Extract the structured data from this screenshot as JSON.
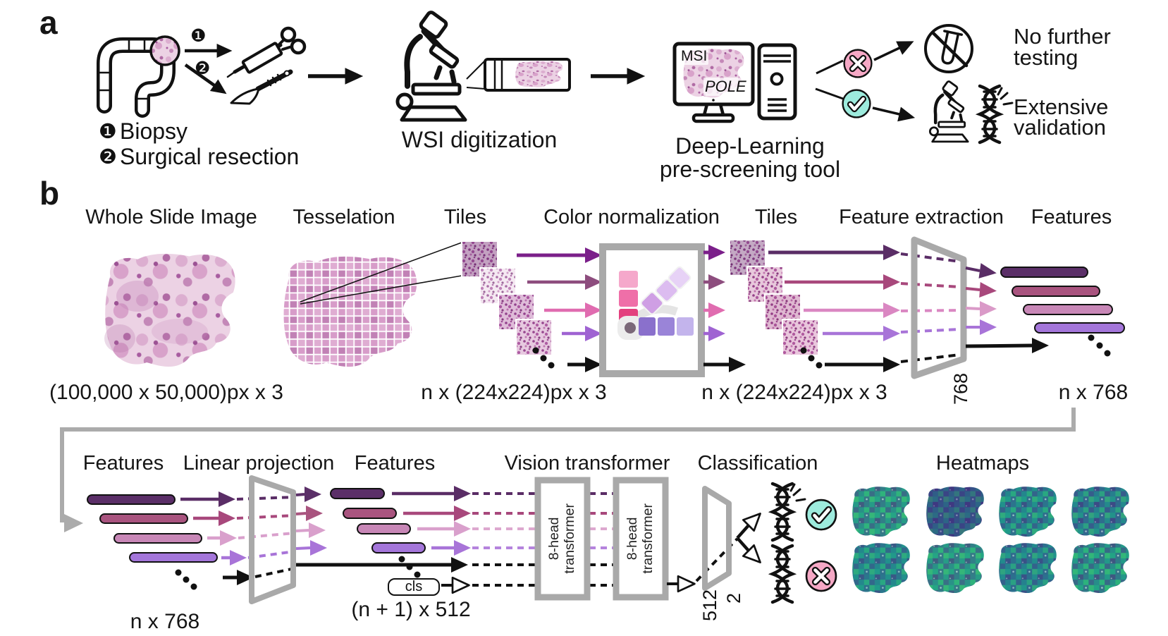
{
  "panel_a": {
    "label": "a",
    "biopsy_badge": "❶",
    "resection_badge": "❷",
    "biopsy_label": "Biopsy",
    "resection_label": "Surgical resection",
    "wsi_digitization": "WSI digitization",
    "monitor_text_top": "MSI",
    "monitor_text_bottom": "POLE",
    "tool_label_1": "Deep-Learning",
    "tool_label_2": "pre-screening tool",
    "negative_label_1": "No further",
    "negative_label_2": "testing",
    "positive_label_1": "Extensive",
    "positive_label_2": "validation"
  },
  "panel_b": {
    "label": "b",
    "wsi_label": "Whole Slide Image",
    "tesselation_label": "Tesselation",
    "tiles_label": "Tiles",
    "color_norm_label": "Color normalization",
    "tiles2_label": "Tiles",
    "feature_extraction_label": "Feature extraction",
    "features_label": "Features",
    "wsi_caption": "(100,000 x 50,000)px x 3",
    "tiles_caption": "n x (224x224)px x 3",
    "tiles2_caption": "n x (224x224)px x 3",
    "fe_dim": "768",
    "features_caption": "n x 768"
  },
  "panel_b2": {
    "features_label": "Features",
    "linear_projection_label": "Linear projection",
    "features2_label": "Features",
    "vision_transformer_label": "Vision transformer",
    "transformer_block": "8-head transformer",
    "classification_label": "Classification",
    "heatmaps_label": "Heatmaps",
    "features_caption": "n x 768",
    "cls_token": "cls",
    "features2_caption": "(n + 1) x 512",
    "clf_in": "512",
    "clf_out": "2"
  },
  "colors": {
    "row1": "#7b1f8a",
    "row1_dark": "#5a2d66",
    "row2": "#a8487c",
    "row3": "#e06cb0",
    "row3_pale": "#d9a0cc",
    "row4": "#9f63d2",
    "row4_alt": "#a874d8",
    "bar1": "#5b2f68",
    "bar2": "#a9547f",
    "bar3": "#c887b7",
    "bar4": "#a476da",
    "positive": "#9debdd",
    "negative": "#f5a8c5",
    "frame_gray": "#a9a9a9"
  }
}
